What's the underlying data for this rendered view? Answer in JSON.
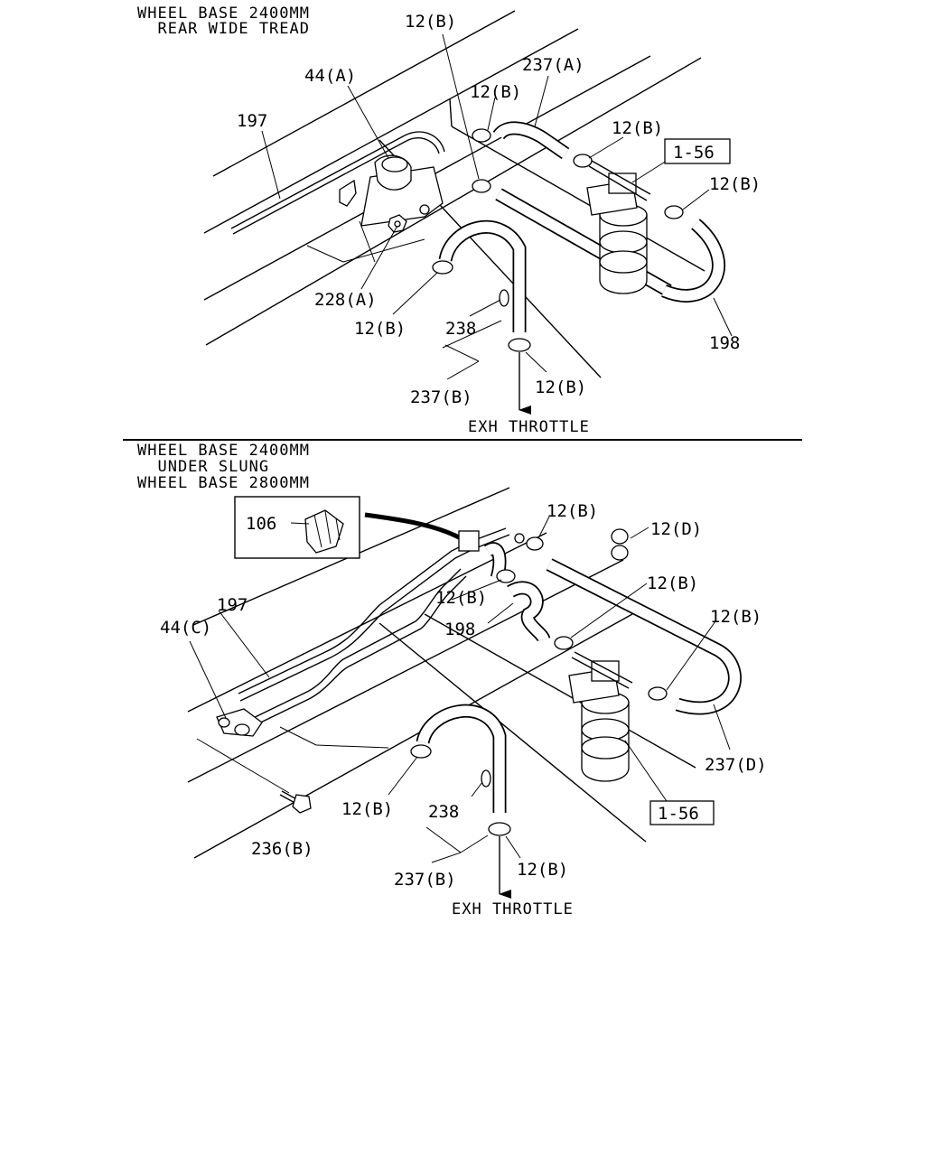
{
  "top": {
    "header": [
      "WHEEL BASE 2400MM",
      "  REAR WIDE TREAD"
    ],
    "labels": {
      "p12b_top": "12(B)",
      "p237a": "237(A)",
      "p44a": "44(A)",
      "p12b_clamp1": "12(B)",
      "p197": "197",
      "p12b_clamp2": "12(B)",
      "p156": "1-56",
      "p12b_right": "12(B)",
      "p228a": "228(A)",
      "p12b_mid": "12(B)",
      "p238": "238",
      "p198": "198",
      "p237b": "237(B)",
      "p12b_bottom": "12(B)",
      "exh": "EXH THROTTLE"
    }
  },
  "bottom": {
    "header": [
      "WHEEL BASE 2400MM",
      "  UNDER SLUNG",
      "WHEEL BASE 2800MM"
    ],
    "labels": {
      "p106": "106",
      "p12b_top": "12(B)",
      "p12d": "12(D)",
      "p197": "197",
      "p12b_mid": "12(B)",
      "p12b_right1": "12(B)",
      "p44c": "44(C)",
      "p198": "198",
      "p12b_right2": "12(B)",
      "p237d": "237(D)",
      "p12b_low": "12(B)",
      "p238": "238",
      "p156": "1-56",
      "p236b": "236(B)",
      "p237b": "237(B)",
      "p12b_bottom": "12(B)",
      "exh": "EXH THROTTLE"
    }
  }
}
